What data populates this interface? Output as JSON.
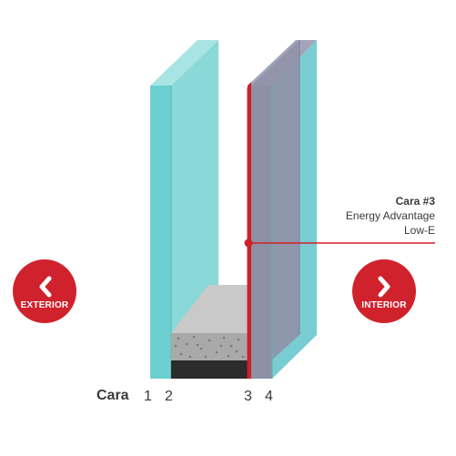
{
  "labels": {
    "cara": "Cara",
    "face_numbers": [
      "1",
      "2",
      "3",
      "4"
    ]
  },
  "callout": {
    "line1": "Cara #3",
    "line2": "Energy Advantage",
    "line3": "Low-E"
  },
  "nav": {
    "exterior": "EXTERIOR",
    "interior": "INTERIOR"
  },
  "icons": {
    "exterior": "chevron-left-icon",
    "interior": "chevron-right-icon"
  },
  "colors": {
    "glass": "#6ccfd0",
    "glass_edge": "#54b8ba",
    "low_e_coating": "#d21f28",
    "tinted_pane": "#9092a8",
    "button": "#d0222d",
    "text": "#3a3a3a"
  }
}
